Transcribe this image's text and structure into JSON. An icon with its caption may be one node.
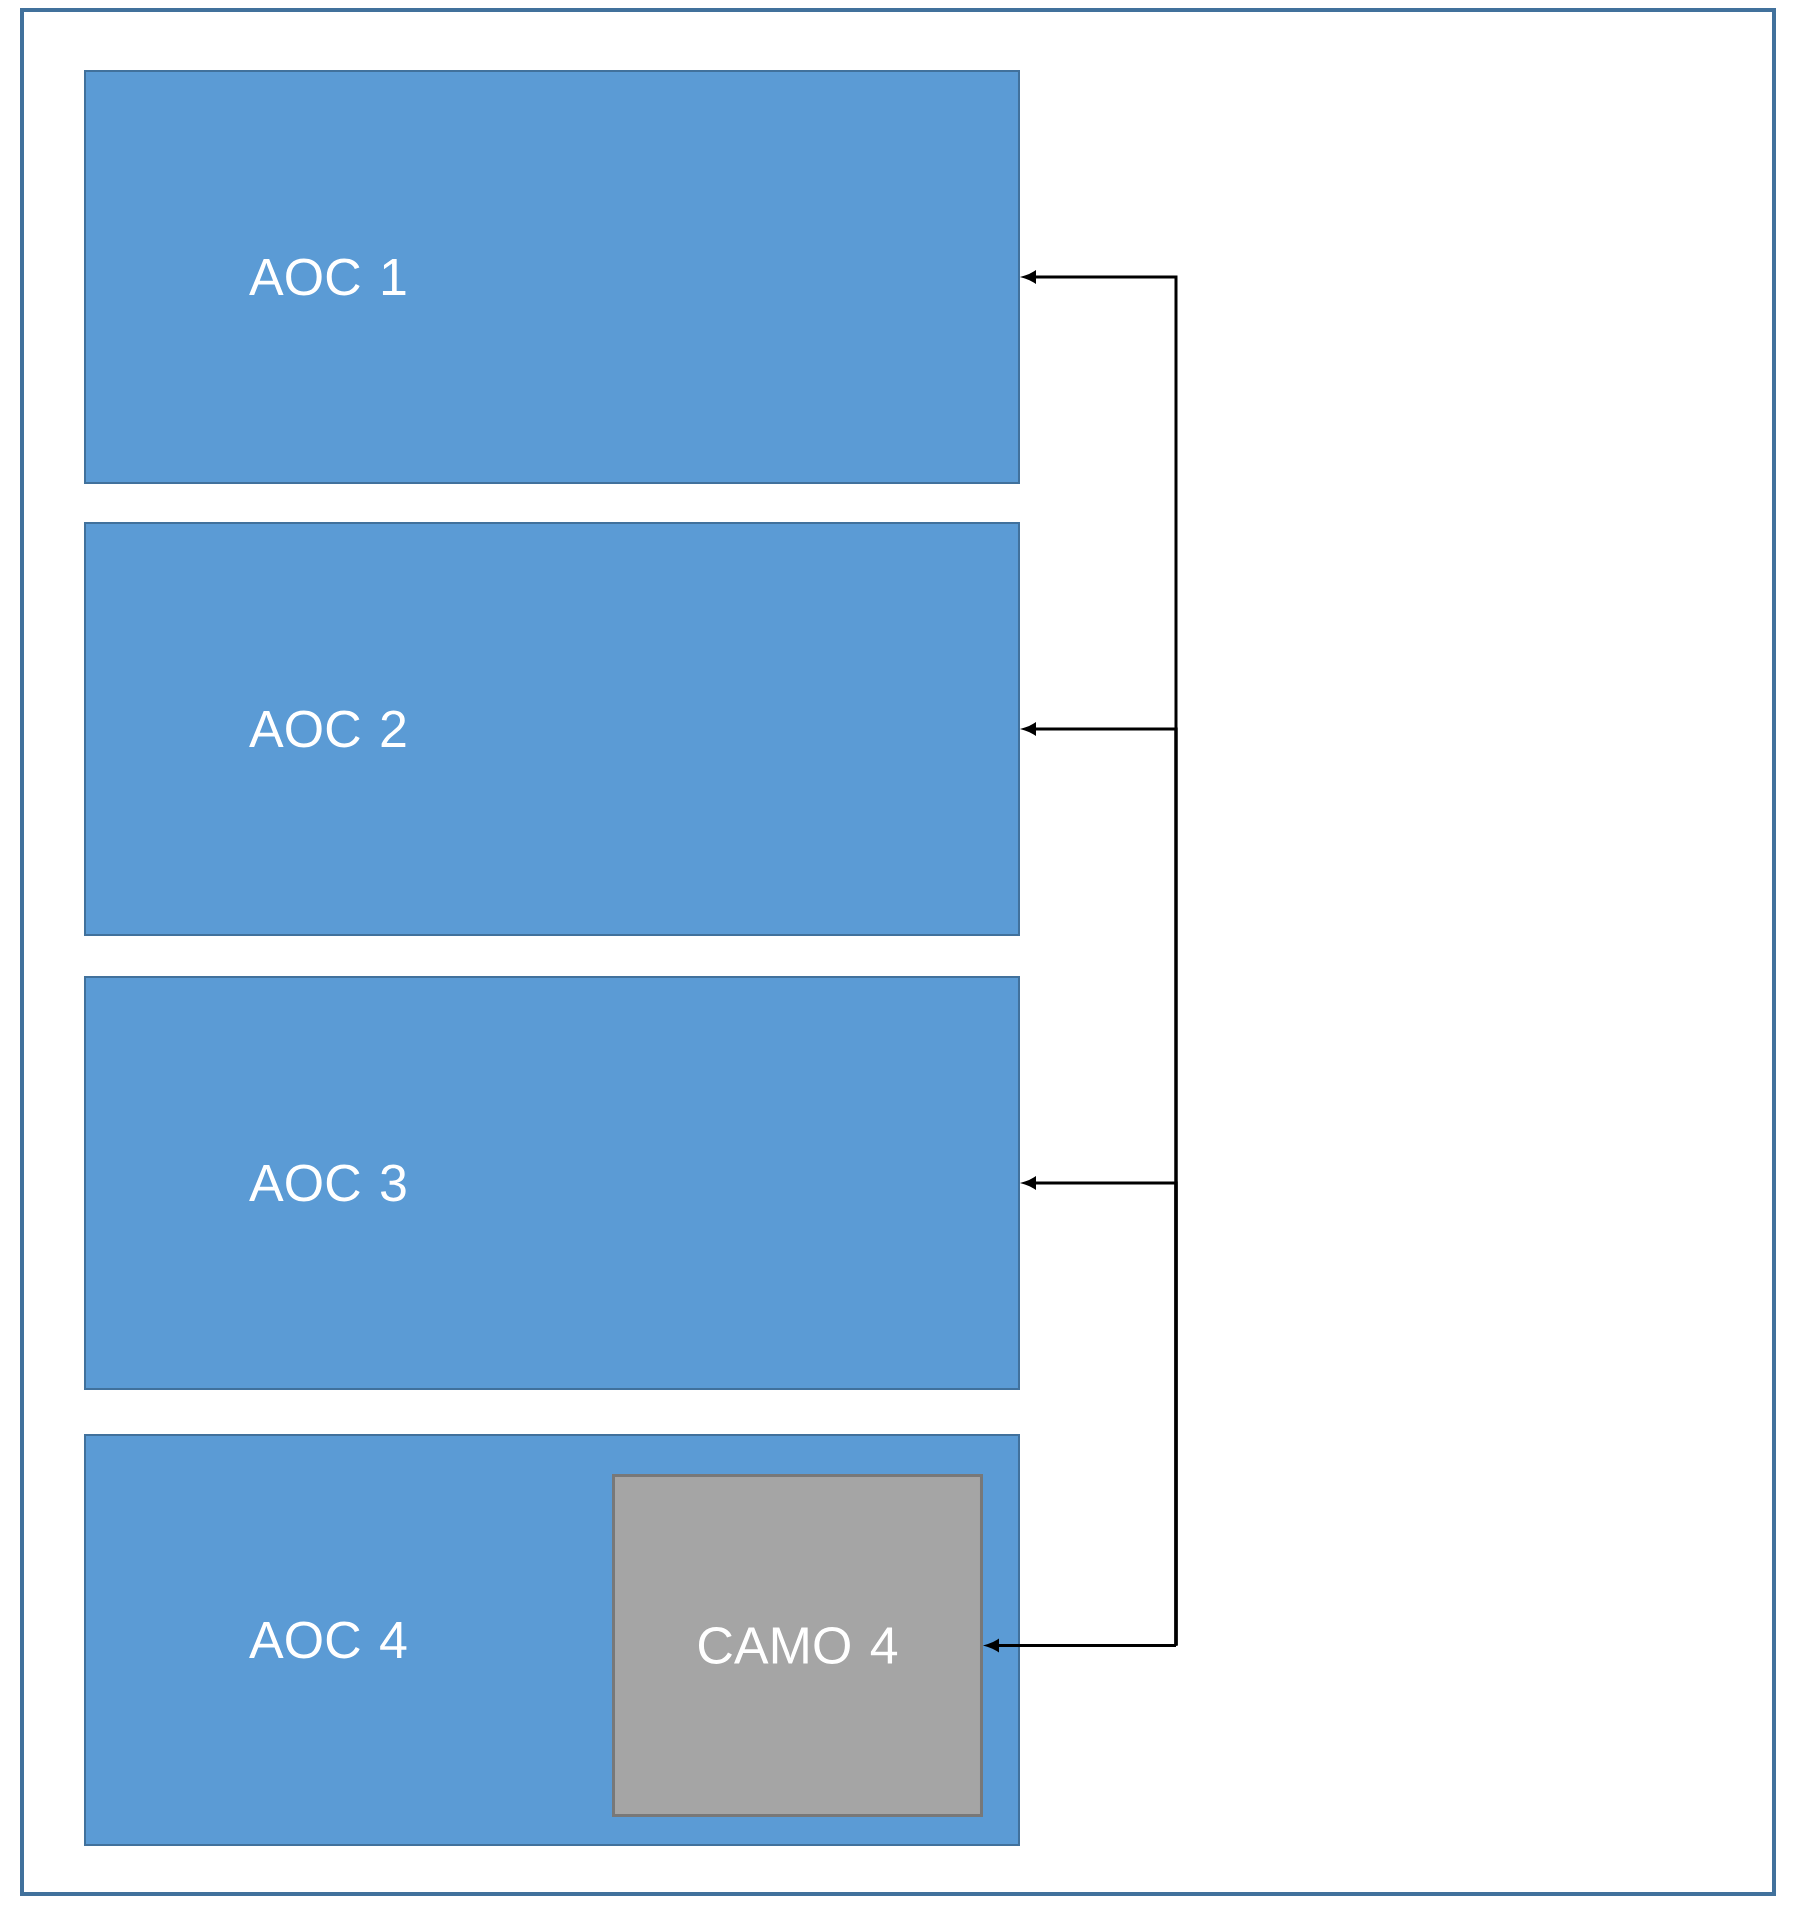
{
  "diagram": {
    "nodes": [
      {
        "text": [
          "AOC 1"
        ]
      },
      {
        "text": [
          "AOC 2"
        ]
      },
      {
        "text": [
          "AOC 3"
        ]
      },
      {
        "text": [
          "AOC 4"
        ]
      },
      {
        "text": [
          "CAMO 4"
        ],
        "in": 3
      }
    ],
    "edges": [
      {
        "from": 4,
        "to": 0,
        "arrow": "both"
      },
      {
        "from": 4,
        "to": 1,
        "arrow": "both"
      },
      {
        "from": 4,
        "to": 2,
        "arrow": "both"
      }
    ]
  }
}
